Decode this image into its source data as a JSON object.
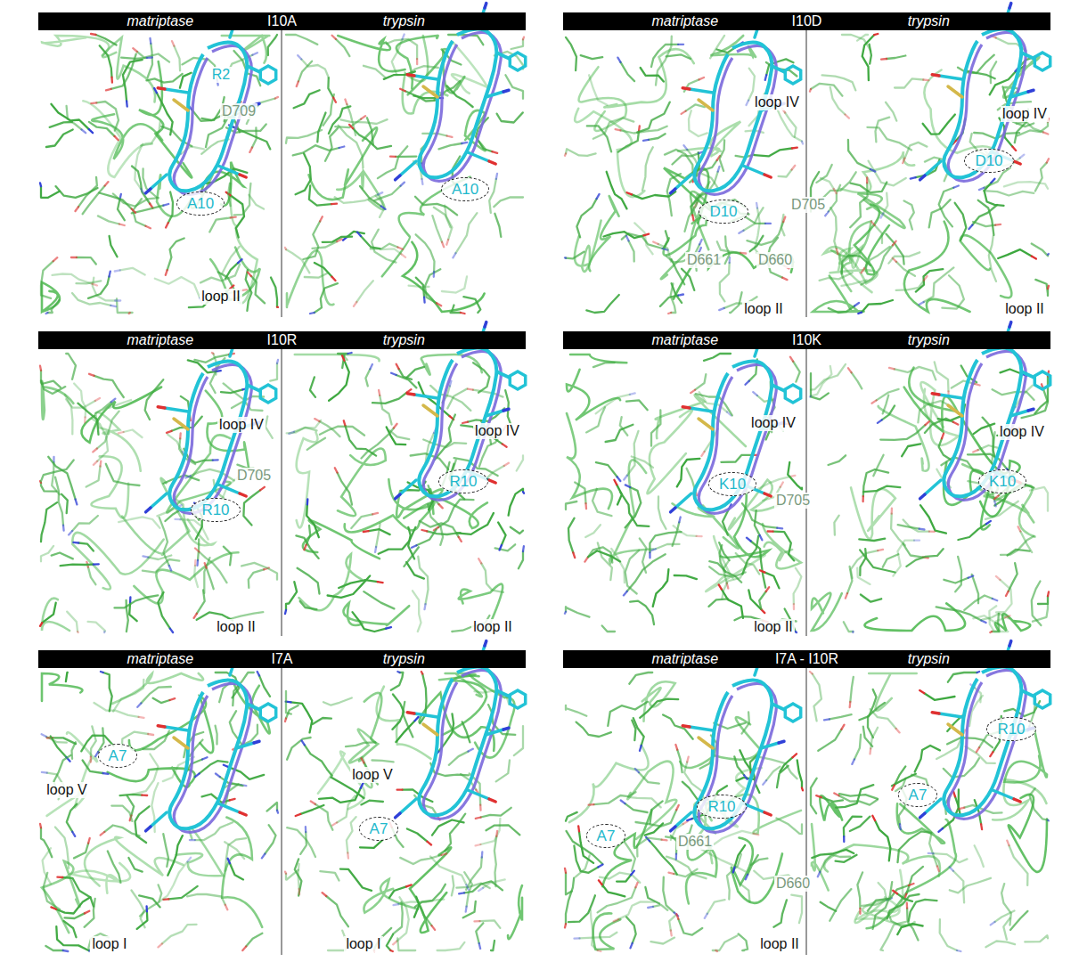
{
  "diagram": {
    "nodes": [
      {
        "text": [
          "matriptase",
          "I10A",
          "trypsin"
        ]
      },
      {
        "text": [
          "A10"
        ]
      },
      {
        "text": [
          "A10"
        ]
      },
      {
        "text": [
          "matriptase",
          "I10D",
          "trypsin"
        ]
      },
      {
        "text": [
          "D10"
        ]
      },
      {
        "text": [
          "D10"
        ]
      },
      {
        "text": [
          "matriptase",
          "I10R",
          "trypsin"
        ]
      },
      {
        "text": [
          "R10"
        ]
      },
      {
        "text": [
          "R10"
        ]
      },
      {
        "text": [
          "matriptase",
          "I10K",
          "trypsin"
        ]
      },
      {
        "text": [
          "K10"
        ]
      },
      {
        "text": [
          "K10"
        ]
      },
      {
        "text": [
          "matriptase",
          "I7A",
          "trypsin"
        ]
      },
      {
        "text": [
          "A7"
        ]
      },
      {
        "text": [
          "A7"
        ]
      },
      {
        "text": [
          "matriptase",
          "I7A - I10R",
          "trypsin"
        ]
      },
      {
        "text": [
          "A7"
        ]
      },
      {
        "text": [
          "R10"
        ]
      },
      {
        "text": [
          "A7"
        ]
      },
      {
        "text": [
          "R10"
        ]
      }
    ],
    "labels": [
      "R2",
      "D709",
      "loop II",
      "loop IV",
      "D705",
      "D661",
      "D660",
      "loop II",
      "loop IV",
      "loop II",
      "loop IV",
      "D705",
      "loop II",
      "loop IV",
      "loop II",
      "loop IV",
      "D705",
      "loop II",
      "loop IV",
      "loop V",
      "loop I",
      "loop V",
      "loop I",
      "D661",
      "D660",
      "loop II"
    ]
  }
}
